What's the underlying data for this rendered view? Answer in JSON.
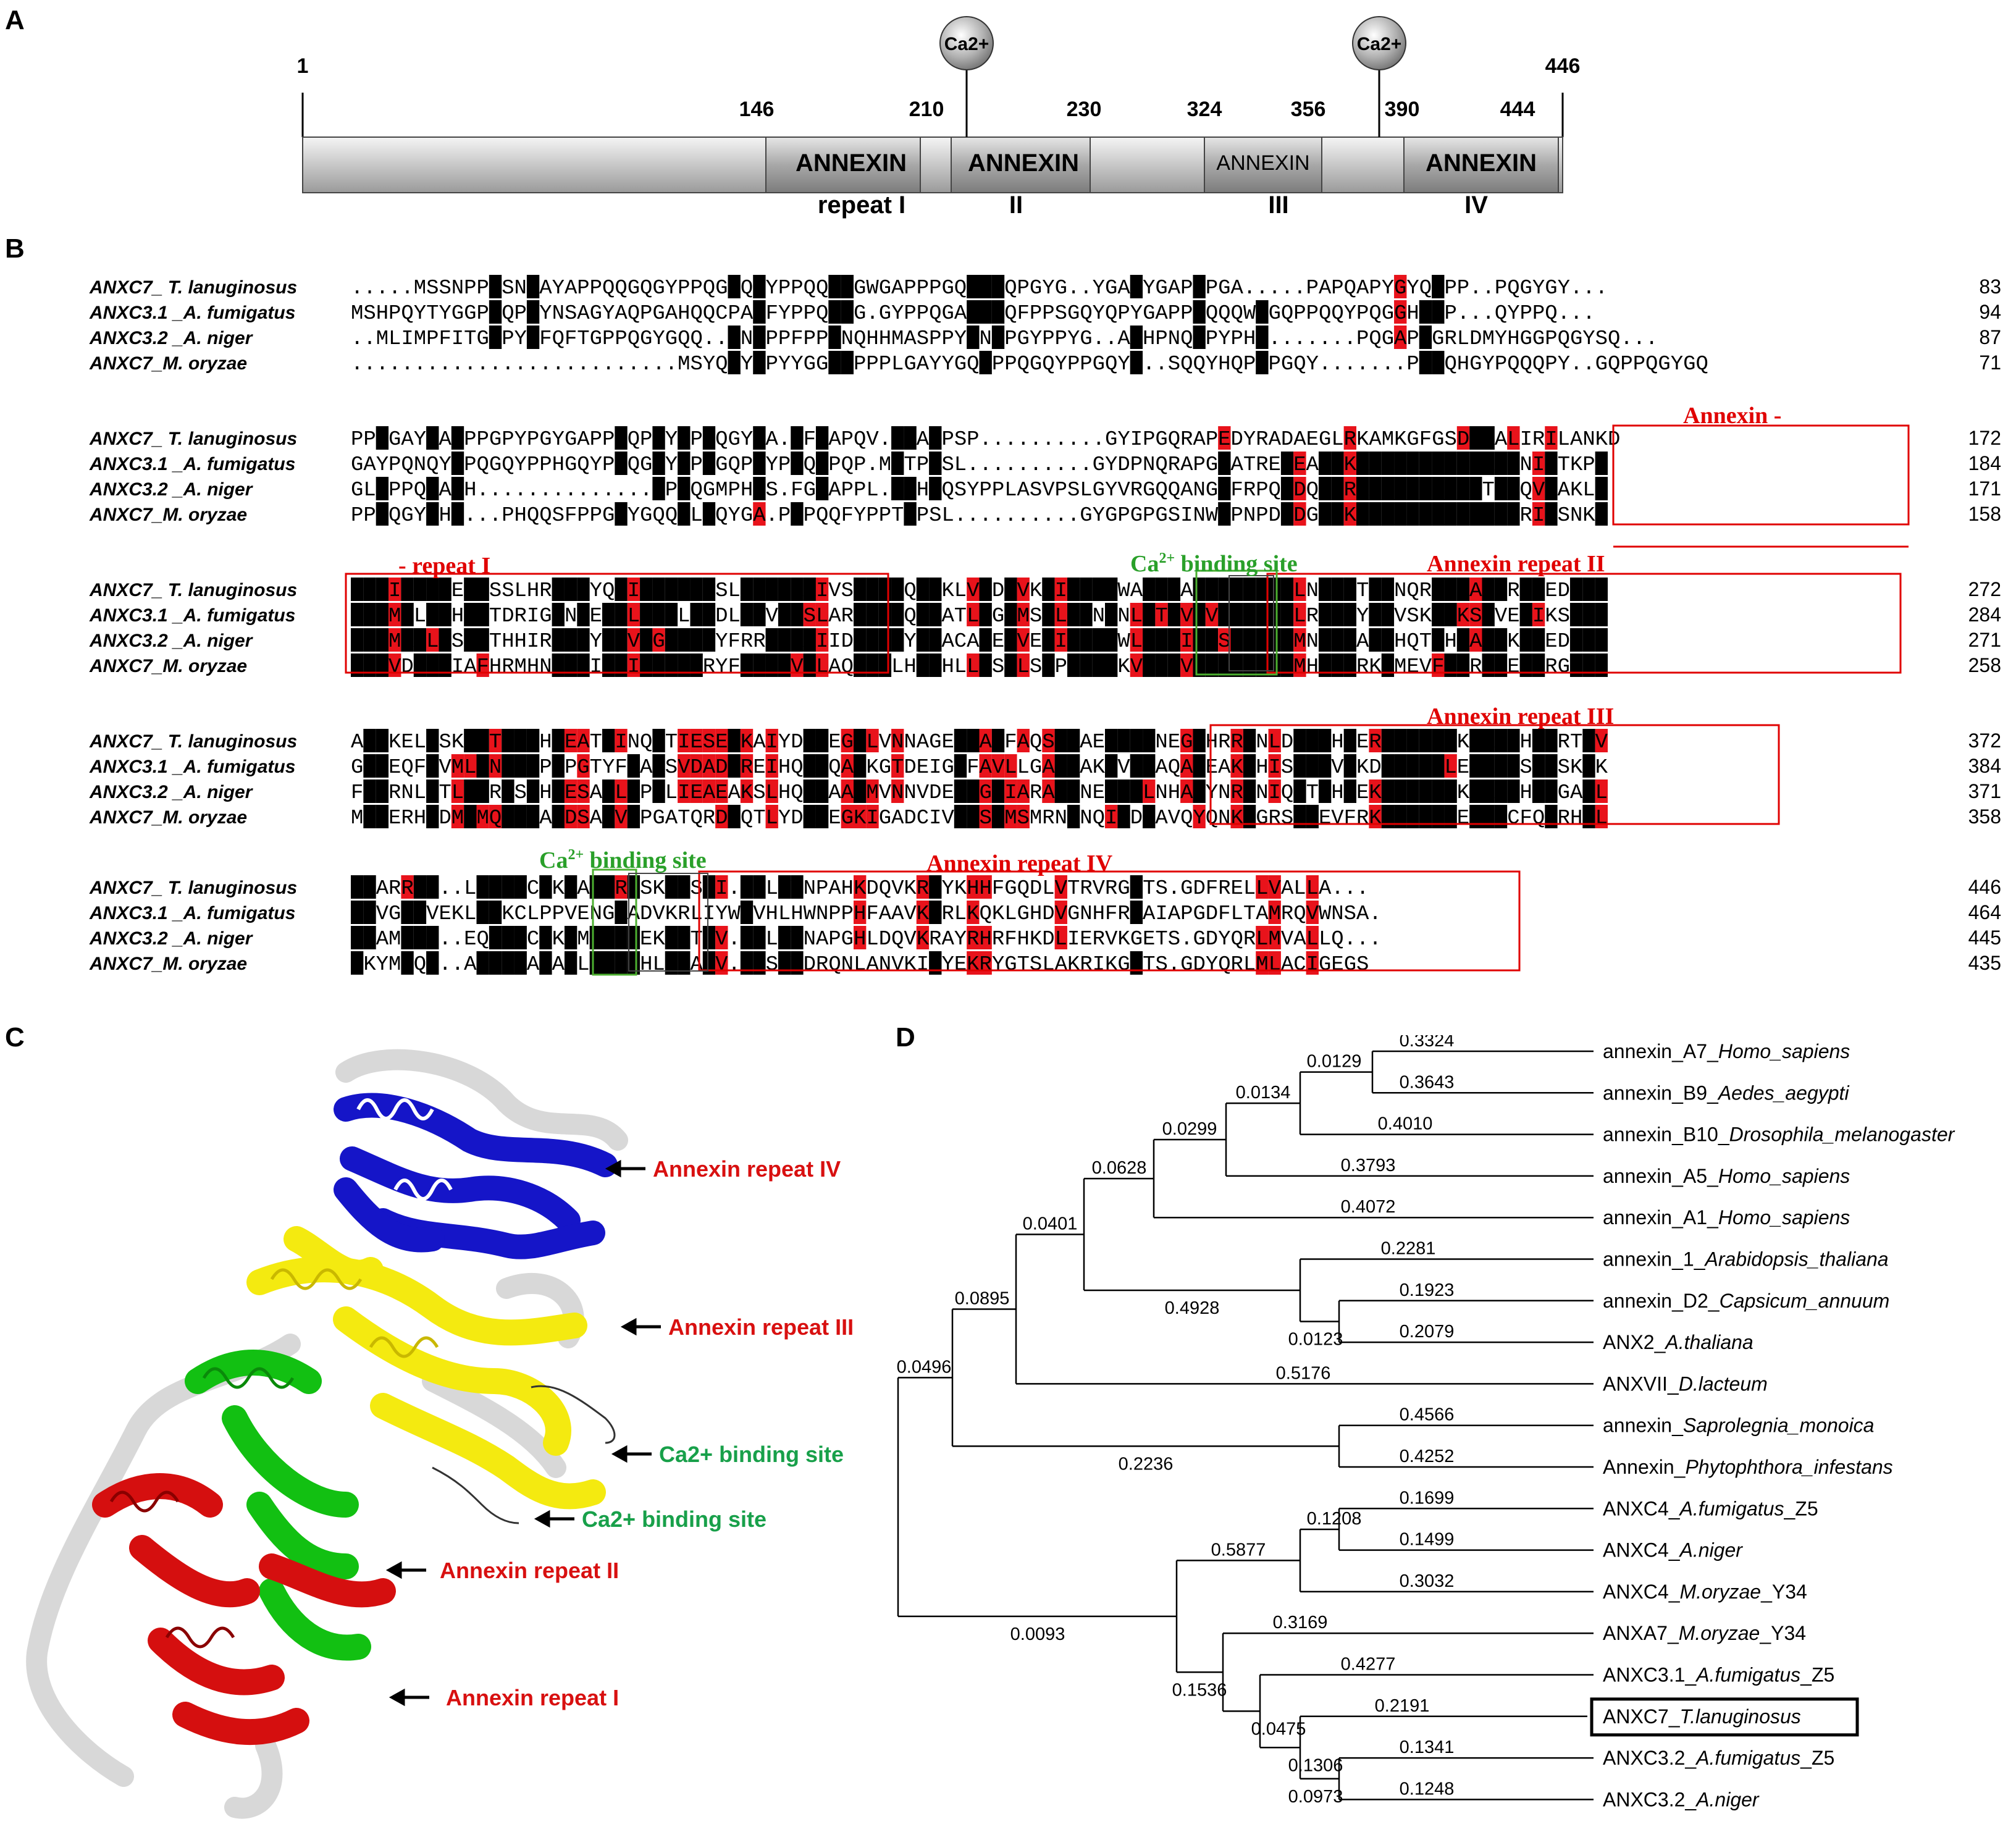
{
  "panels": [
    "A",
    "B",
    "C",
    "D"
  ],
  "colors": {
    "identical_bg": "#000000",
    "similar_bg": "#e8131b",
    "box_red": "#e00000",
    "box_green": "#4caf30",
    "repeat1": "#d50f0f",
    "repeat2": "#12c012",
    "repeat3": "#f4ea10",
    "repeat4": "#1515c8"
  },
  "panel_a": {
    "start": "1",
    "end": "446",
    "ca_label": "Ca2+",
    "positions": [
      "146",
      "210",
      "230",
      "324",
      "356",
      "390",
      "444"
    ],
    "domain_label": "ANNEXIN",
    "repeats": [
      "repeat I",
      "II",
      "III",
      "IV"
    ]
  },
  "panel_b": {
    "labels": {
      "annexin_dash": "Annexin -",
      "dash_repeat1": "- repeat I",
      "ca_site": "Ca",
      "ca_sup": "2+",
      "ca_site_rest": " binding site",
      "repeat2": "Annexin repeat II",
      "repeat3": "Annexin repeat III",
      "repeat4": "Annexin repeat IV"
    },
    "blocks": [
      {
        "names": [
          "ANXC7_ T. lanuginosus",
          "ANXC3.1 _A. fumigatus",
          "ANXC3.2 _A. niger",
          "ANXC7_M. oryzae"
        ],
        "seqs": [
          ".....MSSNPPPSNPAYAPPQQGQGYPPQGQQPYPPQQQPGWGAPPPGQPPQQPGYG..YGAPYGAPPPGA.....PAPQAPYGYQPPP..PQGYGY...",
          "MSHPQYTYGGPPQPPYNSAGYAQPGAHQQCPAPFYPPQQPG.GYPPQGAPPQQFPPSGQYQPYGAPPPQQQWPGQPPQQYPQGGHPPP...QYPPQ...",
          "..MLIMPFITGPPYPFQFTGPPQGYGQQ..QNPPPFPPQNQHHMASPPYPNQPGYPPYG..APHPNQPPYPHP.......PQGAPPGRLDMYHGGPQGYSQ...",
          "..........................MSYQQYPPYYGGQPPPPLGAYYGQPPPQGQYPPGQYP..SQQYHQPPPGQY.......PPPQHGYPQQQPY..GQPPQGYGQ"
        ],
        "nums": [
          "83",
          "94",
          "87",
          "71"
        ]
      },
      {
        "names": [
          "ANXC7_ T. lanuginosus",
          "ANXC3.1 _A. fumigatus",
          "ANXC3.2 _A. niger",
          "ANXC7_M. oryzae"
        ],
        "seqs": [
          "PPPGAYGAPPPGPYPGYGAPPPQPGYPPQQGYGA.PFAAPQV.PPAPPSP..........GYIPGQRAPEDYRADAEGLRKAMKGFGSDKAALIRILANKD",
          "GAYPQNQYPPQGQYPPHGQYPPQGGYPPQGQPGYPPQAPQP.MPTPPSL..........GYDPNQRAPGDATREAEALRKAMKGFGTDEKALINILTKPD",
          "GLPPPQGAPH..............GPPQGMPHGS.FGAAPPL.PPHPQSYPPLASVPSLGYVRGQQANGDFRPQADQLRRAMKGFGTDEKTLIQVLAKLD",
          "PPPQGYGHP...PHQQSFPPGPYGQQPLQQYGA.PPPQQFYPPTPPSL..........GYGPGPGSINWDPNPDADGLRKAMKGFGTDEKALIRILSNKD"
        ],
        "nums": [
          "172",
          "184",
          "171",
          "158"
        ]
      },
      {
        "names": [
          "ANXC7_ T. lanuginosus",
          "ANXC3.1 _A. fumigatus",
          "ANXC3.2 _A. niger",
          "ANXC7_M. oryzae"
        ],
        "seqs": [
          "PLQIAAIRETYSSLHRRDLYQDIKSETSGSLEDGLLAIVSGPLQQDVKLVRDAVKGIGTKEWALNDALLGRSNADLNAIKTAYNQRYQRALERDVEDDLS",
          "PLQMALIRHTYTDRIGRNLEKDLKSELSGDLEDVLLSLARGPLQQDVATLRGAMSGLGTNENLLTDVLVGRSNADLRAIKYAYVSKYQKSLVEDIKSDLS",
          "PLQMAALRSTYTHHIRRDLYKDVKGETSGYFRRGLLAIIDGPLQYDVACAREAVEGIGTKEWLLNDILLSRSNADMNAIKAAYHQTYHRALEKDVEDDLS",
          "PLQVDAIRIAFHRMHNRDLIKDIKSETSRYFEDGLVALAQGPLLHDVHLLRSALSGPGTKEKVLNDVLLGRSNADMHAIKRKYMEVFQRRLEEDVRGDLS"
        ],
        "nums": [
          "272",
          "284",
          "271",
          "258"
        ]
      },
      {
        "names": [
          "ANXC7_ T. lanuginosus",
          "ANXC3.1 _A. fumigatus",
          "ANXC3.2 _A. niger",
          "ANXC7_M. oryzae"
        ],
        "seqs": [
          "AKTKELFSKVLTATRHEEATPINQQTIESEVKAIYDATEGRLVNNAGEVCAIFAQSSDAELRAINEGFHRRYNLDLEKHIEREFSGHMKDALLHMLRTAV",
          "GKTEQFFVMLLNATRPEPGTYFDAQSVDADVREIHQATQARKGTDEIGVFAVLLGASDAKLVAIAQAFEAKYHISLEKVIKDEFSGHLEDALLSMLSKAK",
          "FKTRNLFTLVLRASRHEESAPLDPQLIEAEAKSLHQATAARMVNNVDEVCGIIARASDNELRALNHAFYNRYNIQLTKHIEKEFSGHMKDALLHMLGAAL",
          "MKTERHFDMVMQATRAEDSAPVDPGATQRDVQTLYDATEGKIGADCIVVCSIMSMRNDNQIRDIAVQYQNKYGRSLEEVFRKEFSGHMEDALCFQLRHAL"
        ],
        "nums": [
          "372",
          "384",
          "371",
          "358"
        ]
      },
      {
        "names": [
          "ANXC7_ T. lanuginosus",
          "ANXC3.1 _A. fumigatus",
          "ANXC3.2 _A. niger",
          "ANXC7_M. oryzae"
        ],
        "seqs": [
          "DPARRDA..LLLEDCMKGAGTRDSKLVSRI.VRLHWNPAHKDQVKRAYKHHFGQDLVTRVRGETS.GDFRELLVALLA...",
          "DPVGHDVEKLLLKCLPPVENGKADVKRLIYWVVHLHWNPPHFAAVKARLKQKLGHDVGNHFREAIAPGDFLTAMRQVWNSA.",
          "DPAMHDA..EQLEDCMKGMGTKDEKLVTRV.VRLHWNAPGHLDQVKRAYRHRFHKDLIERVKGETS.GDYQRLMVALLQ...",
          "DKYMHQA..ALLEDAMAGLGTKDHLLVARV.VRSHWDRQNLANVKIAYEKRYGTSLAKRIKGETS.GDYQRLMLACIGEGS"
        ],
        "nums": [
          "446",
          "464",
          "445",
          "435"
        ]
      }
    ]
  },
  "panel_c": {
    "labels": [
      "Annexin repeat IV",
      "Annexin repeat III",
      "Ca2+ binding site",
      "Ca2+ binding site",
      "Annexin repeat II",
      "Annexin repeat I"
    ]
  },
  "panel_d": {
    "taxa": [
      {
        "a": "annexin_A7_",
        "b": "Homo_sapiens"
      },
      {
        "a": "annexin_B9_",
        "b": "Aedes_aegypti"
      },
      {
        "a": "annexin_B10_",
        "b": "Drosophila_melanogaster"
      },
      {
        "a": "annexin_A5_",
        "b": "Homo_sapiens"
      },
      {
        "a": "annexin_A1_",
        "b": "Homo_sapiens"
      },
      {
        "a": "annexin_1_",
        "b": "Arabidopsis_thaliana"
      },
      {
        "a": "annexin_D2_",
        "b": "Capsicum_annuum"
      },
      {
        "a": "ANX2_",
        "b": "A.thaliana"
      },
      {
        "a": "ANXVII_",
        "b": "D.lacteum"
      },
      {
        "a": "annexin_",
        "b": "Saprolegnia_monoica"
      },
      {
        "a": "Annexin_",
        "b": "Phytophthora_infestans"
      },
      {
        "a": "ANXC4_",
        "b": "A.fumigatus",
        "c": "_Z5"
      },
      {
        "a": "ANXC4_",
        "b": "A.niger"
      },
      {
        "a": "ANXC4_",
        "b": "M.oryzae",
        "c": "_Y34"
      },
      {
        "a": "ANXA7_",
        "b": "M.oryzae",
        "c": "_Y34"
      },
      {
        "a": "ANXC3.1_",
        "b": "A.fumigatus",
        "c": "_Z5"
      },
      {
        "a": "ANXC7_",
        "b": "T.lanuginosus"
      },
      {
        "a": "ANXC3.2_",
        "b": "A.fumigatus",
        "c": "_Z5"
      },
      {
        "a": "ANXC3.2_",
        "b": "A.niger"
      }
    ],
    "branch_lengths": [
      "0.3324",
      "0.0129",
      "0.3643",
      "0.0134",
      "0.4010",
      "0.0299",
      "0.3793",
      "0.0628",
      "0.4072",
      "0.0401",
      "0.2281",
      "0.1923",
      "0.4928",
      "0.2079",
      "0.0123",
      "0.0895",
      "0.5176",
      "0.0496",
      "0.4566",
      "0.2236",
      "0.4252",
      "0.1699",
      "0.1208",
      "0.1499",
      "0.5877",
      "0.3032",
      "0.0093",
      "0.3169",
      "0.4277",
      "0.1536",
      "0.2191",
      "0.0475",
      "0.1341",
      "0.1306",
      "0.1248",
      "0.0973"
    ]
  }
}
